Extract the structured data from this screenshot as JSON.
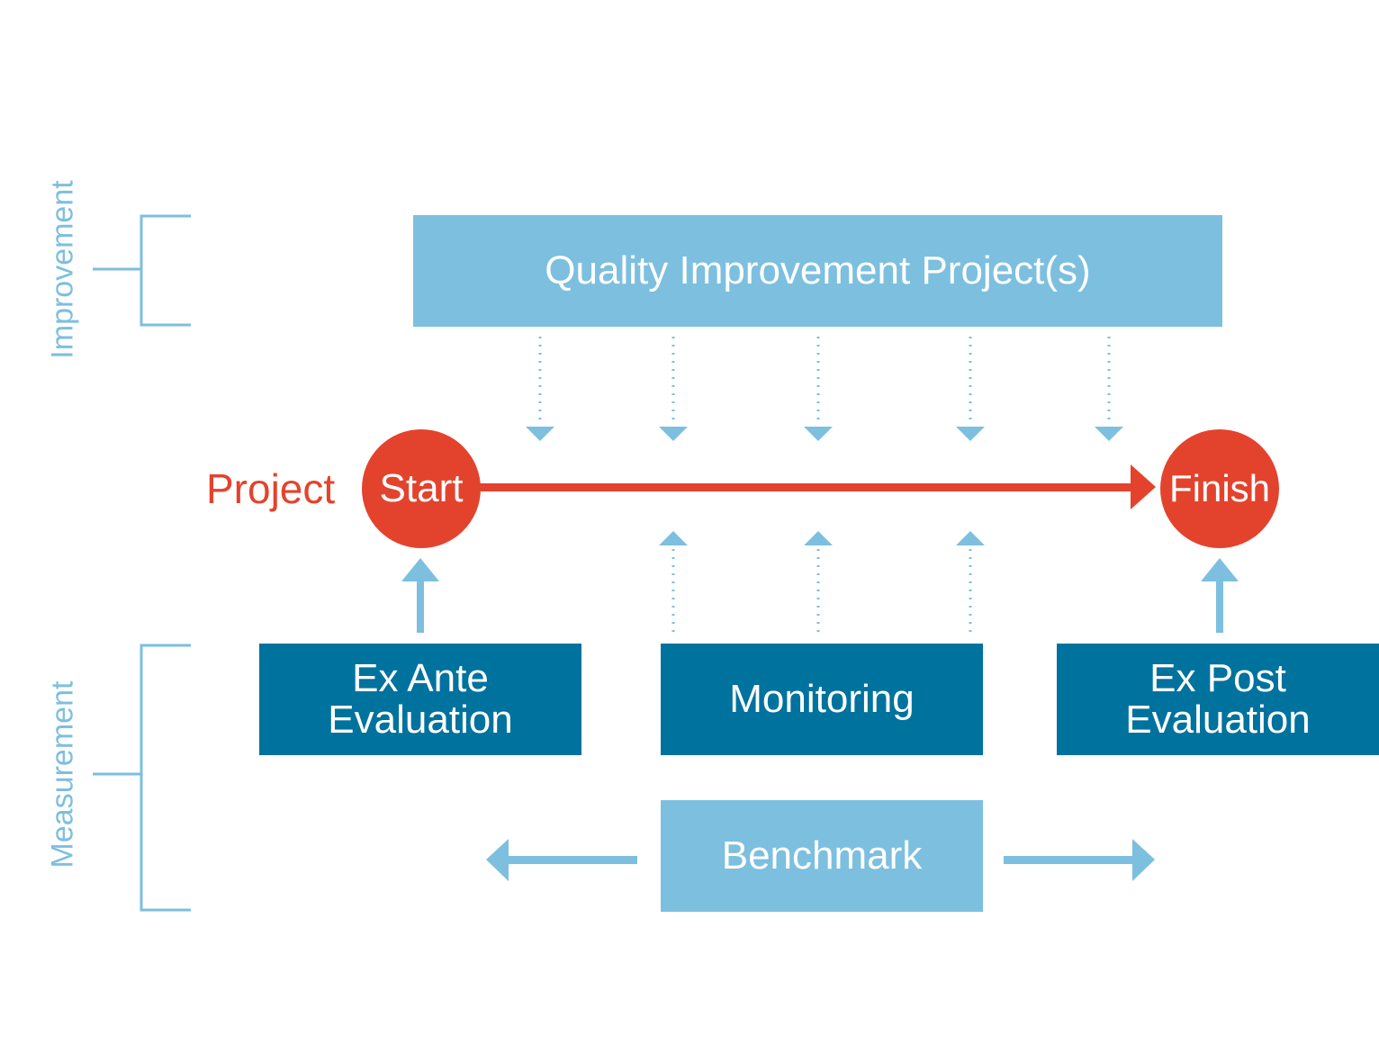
{
  "side_labels": {
    "improvement": "Improvement",
    "measurement": "Measurement"
  },
  "boxes": {
    "quality_improvement": "Quality Improvement Project(s)",
    "ex_ante": "Ex Ante\nEvaluation",
    "monitoring": "Monitoring",
    "ex_post": "Ex Post\nEvaluation",
    "benchmark": "Benchmark"
  },
  "timeline": {
    "project_label": "Project",
    "start": "Start",
    "finish": "Finish"
  },
  "colors": {
    "light_blue": "#7dbfdf",
    "dark_blue": "#00729e",
    "red": "#e3432d"
  }
}
